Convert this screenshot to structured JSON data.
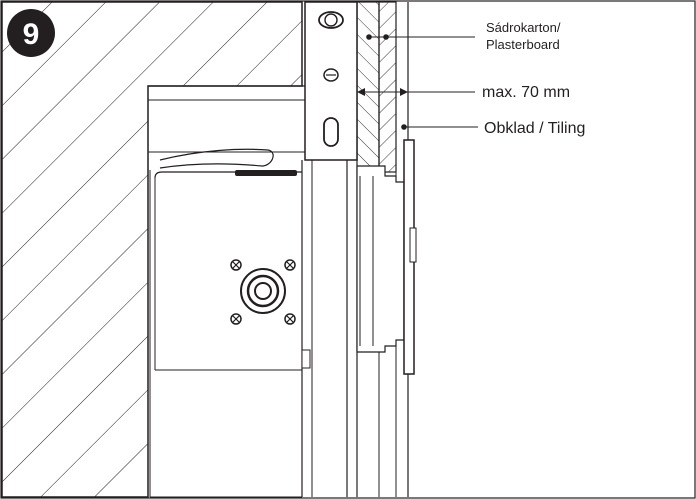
{
  "step_number": "9",
  "labels": {
    "plasterboard_line1": "Sádrokarton/",
    "plasterboard_line2": "Plasterboard",
    "max_thickness": "max. 70 mm",
    "tiling": "Obklad / Tiling"
  },
  "colors": {
    "line": "#231f20",
    "hatch": "#231f20",
    "badge": "#231f20",
    "background": "#ffffff"
  }
}
